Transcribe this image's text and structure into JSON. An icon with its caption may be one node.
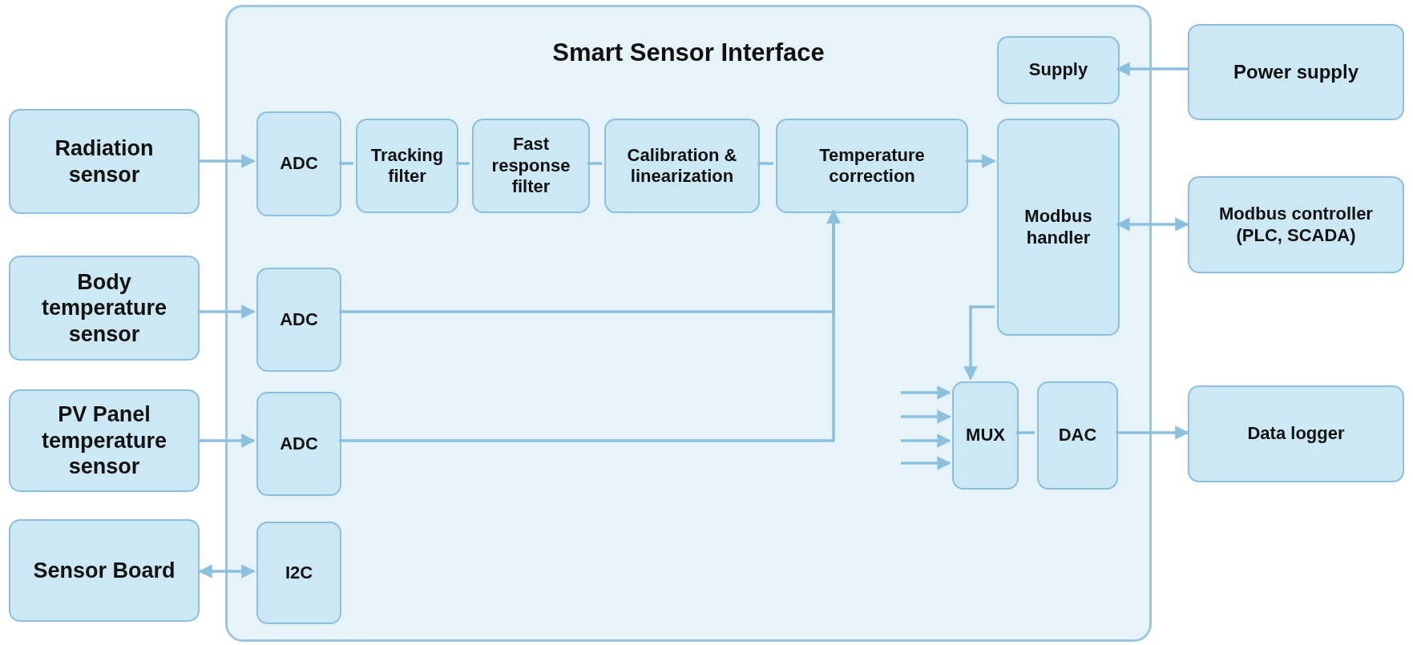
{
  "diagram": {
    "nodes": [
      {
        "text": [
          "Smart Sensor Interface"
        ]
      },
      {
        "text": [
          "Supply"
        ],
        "in": 0
      },
      {
        "text": [
          "Power supply"
        ]
      },
      {
        "text": [
          "Radiation sensor"
        ]
      },
      {
        "text": [
          "ADC"
        ],
        "in": 0
      },
      {
        "text": [
          "Tracking filter"
        ],
        "in": 0
      },
      {
        "text": [
          "Fast response filter"
        ],
        "in": 0
      },
      {
        "text": [
          "Calibration & linearization"
        ],
        "in": 0
      },
      {
        "text": [
          "Temperature correction"
        ],
        "in": 0
      },
      {
        "text": [
          "Modbus handler"
        ],
        "in": 0
      },
      {
        "text": [
          "Modbus controller (PLC, SCADA)"
        ]
      },
      {
        "text": [
          "Body temperature sensor"
        ]
      },
      {
        "text": [
          "ADC"
        ],
        "in": 0
      },
      {
        "text": [
          "PV Panel temperature sensor"
        ]
      },
      {
        "text": [
          "ADC"
        ],
        "in": 0
      },
      {
        "text": [
          "MUX"
        ],
        "in": 0
      },
      {
        "text": [
          "DAC"
        ],
        "in": 0
      },
      {
        "text": [
          "Data logger"
        ]
      },
      {
        "text": [
          "Sensor Board"
        ]
      },
      {
        "text": [
          "I2C"
        ],
        "in": 0
      }
    ],
    "edges": [
      {
        "from": 2,
        "to": 1,
        "arrow": "to"
      },
      {
        "from": 3,
        "to": 4,
        "arrow": "to"
      },
      {
        "from": 4,
        "to": 5,
        "arrow": "none"
      },
      {
        "from": 5,
        "to": 6,
        "arrow": "none"
      },
      {
        "from": 6,
        "to": 7,
        "arrow": "none"
      },
      {
        "from": 7,
        "to": 8,
        "arrow": "none"
      },
      {
        "from": 8,
        "to": 9,
        "arrow": "to"
      },
      {
        "from": 9,
        "to": 10,
        "arrow": "both"
      },
      {
        "from": 11,
        "to": 12,
        "arrow": "to"
      },
      {
        "from": 12,
        "to": 8,
        "arrow": "to"
      },
      {
        "from": 13,
        "to": 14,
        "arrow": "to"
      },
      {
        "from": 14,
        "to": 8,
        "arrow": "to"
      },
      {
        "from": 9,
        "to": 15,
        "arrow": "to"
      },
      {
        "from": null,
        "to": 15,
        "arrow": "to"
      },
      {
        "from": null,
        "to": 15,
        "arrow": "to"
      },
      {
        "from": null,
        "to": 15,
        "arrow": "to"
      },
      {
        "from": null,
        "to": 15,
        "arrow": "to"
      },
      {
        "from": 15,
        "to": 16,
        "arrow": "none"
      },
      {
        "from": 16,
        "to": 17,
        "arrow": "to"
      },
      {
        "from": 18,
        "to": 19,
        "arrow": "both"
      }
    ]
  }
}
